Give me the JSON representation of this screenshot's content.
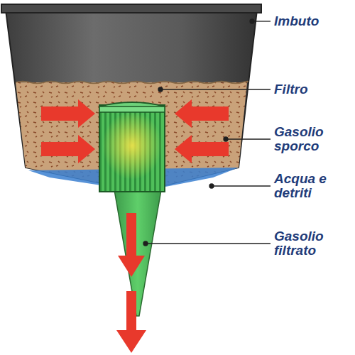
{
  "diagram": {
    "labels": [
      "Imbuto",
      "Filtro",
      "Gasolio sporco",
      "Acqua e detriti",
      "Gasolio filtrato"
    ]
  }
}
